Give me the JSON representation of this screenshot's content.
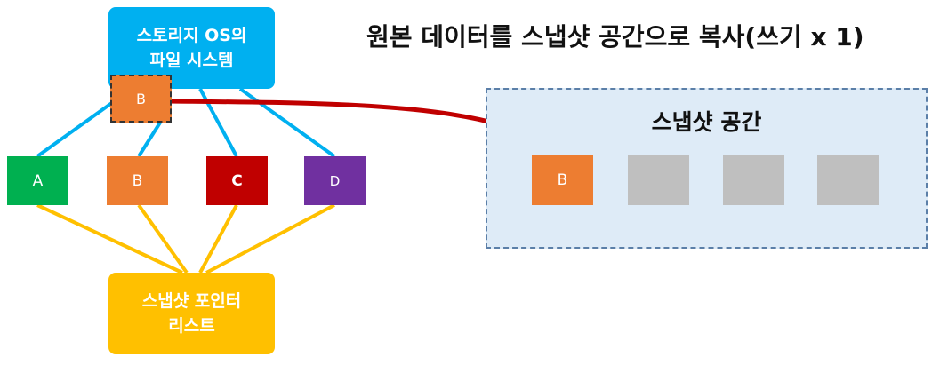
{
  "heading": "원본 데이터를 스냅샷 공간으로 복사(쓰기 x 1)",
  "filesystem": {
    "line1": "스토리지 OS의",
    "line2": "파일 시스템"
  },
  "source_block": {
    "label": "B"
  },
  "blocks": [
    {
      "label": "A",
      "color": "#00B050"
    },
    {
      "label": "B",
      "color": "#ED7D31"
    },
    {
      "label": "C",
      "color": "#C00000"
    },
    {
      "label": "D",
      "color": "#7030A0"
    }
  ],
  "pointer_list": {
    "line1": "스냅샷 포인터",
    "line2": "리스트"
  },
  "snapshot_space": {
    "title": "스냅샷 공간",
    "slots": [
      {
        "label": "B",
        "color": "#ED7D31"
      },
      {
        "label": "",
        "color": "#BFBFBF"
      },
      {
        "label": "",
        "color": "#BFBFBF"
      },
      {
        "label": "",
        "color": "#BFBFBF"
      }
    ]
  },
  "colors": {
    "filesystem_links": "#00B0F0",
    "pointer_links": "#FFC000",
    "copy_arrow": "#C00000",
    "snapshot_background": "#DEEBF7"
  }
}
